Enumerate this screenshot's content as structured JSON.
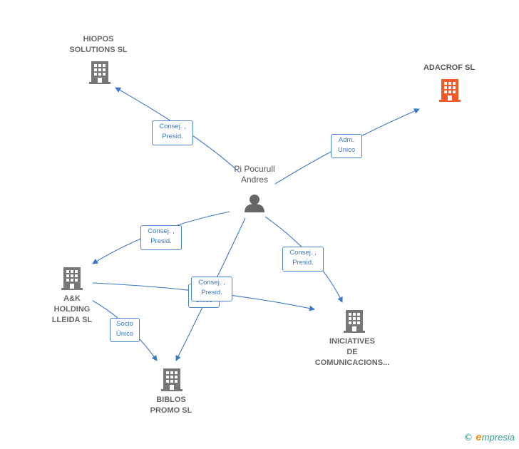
{
  "person": {
    "name_line1": "Pi Pocurull",
    "name_line2": "Andres"
  },
  "companies": {
    "hiopos": {
      "line1": "HIOPOS",
      "line2": "SOLUTIONS  SL"
    },
    "adacrof": {
      "line1": "ADACROF  SL"
    },
    "ak": {
      "line1": "A&K",
      "line2": "HOLDING",
      "line3": "LLEIDA  SL"
    },
    "iniciatives": {
      "line1": "INICIATIVES",
      "line2": "DE",
      "line3": "COMUNICACIONS..."
    },
    "biblos": {
      "line1": "BIBLOS",
      "line2": "PROMO  SL"
    }
  },
  "edges": {
    "to_hiopos": {
      "line1": "Consej. ,",
      "line2": "Presid."
    },
    "to_adacrof": {
      "line1": "Adm.",
      "line2": "Unico"
    },
    "to_ak": {
      "line1": "Consej. ,",
      "line2": "Presid."
    },
    "to_iniciatives": {
      "line1": "Consej. ,",
      "line2": "Presid."
    },
    "ak_to_biblos": {
      "line1": "Socio",
      "line2": "Único"
    },
    "ak_to_iniciatives": {
      "line1": "Unico"
    },
    "to_biblos": {
      "line1": "Consej. ,",
      "line2": "Presid."
    }
  },
  "colors": {
    "edge": "#3c78c8",
    "building": "#777777",
    "highlight_building": "#f05a28"
  },
  "watermark": {
    "symbol": "©",
    "e": "e",
    "rest": "mpresia"
  }
}
